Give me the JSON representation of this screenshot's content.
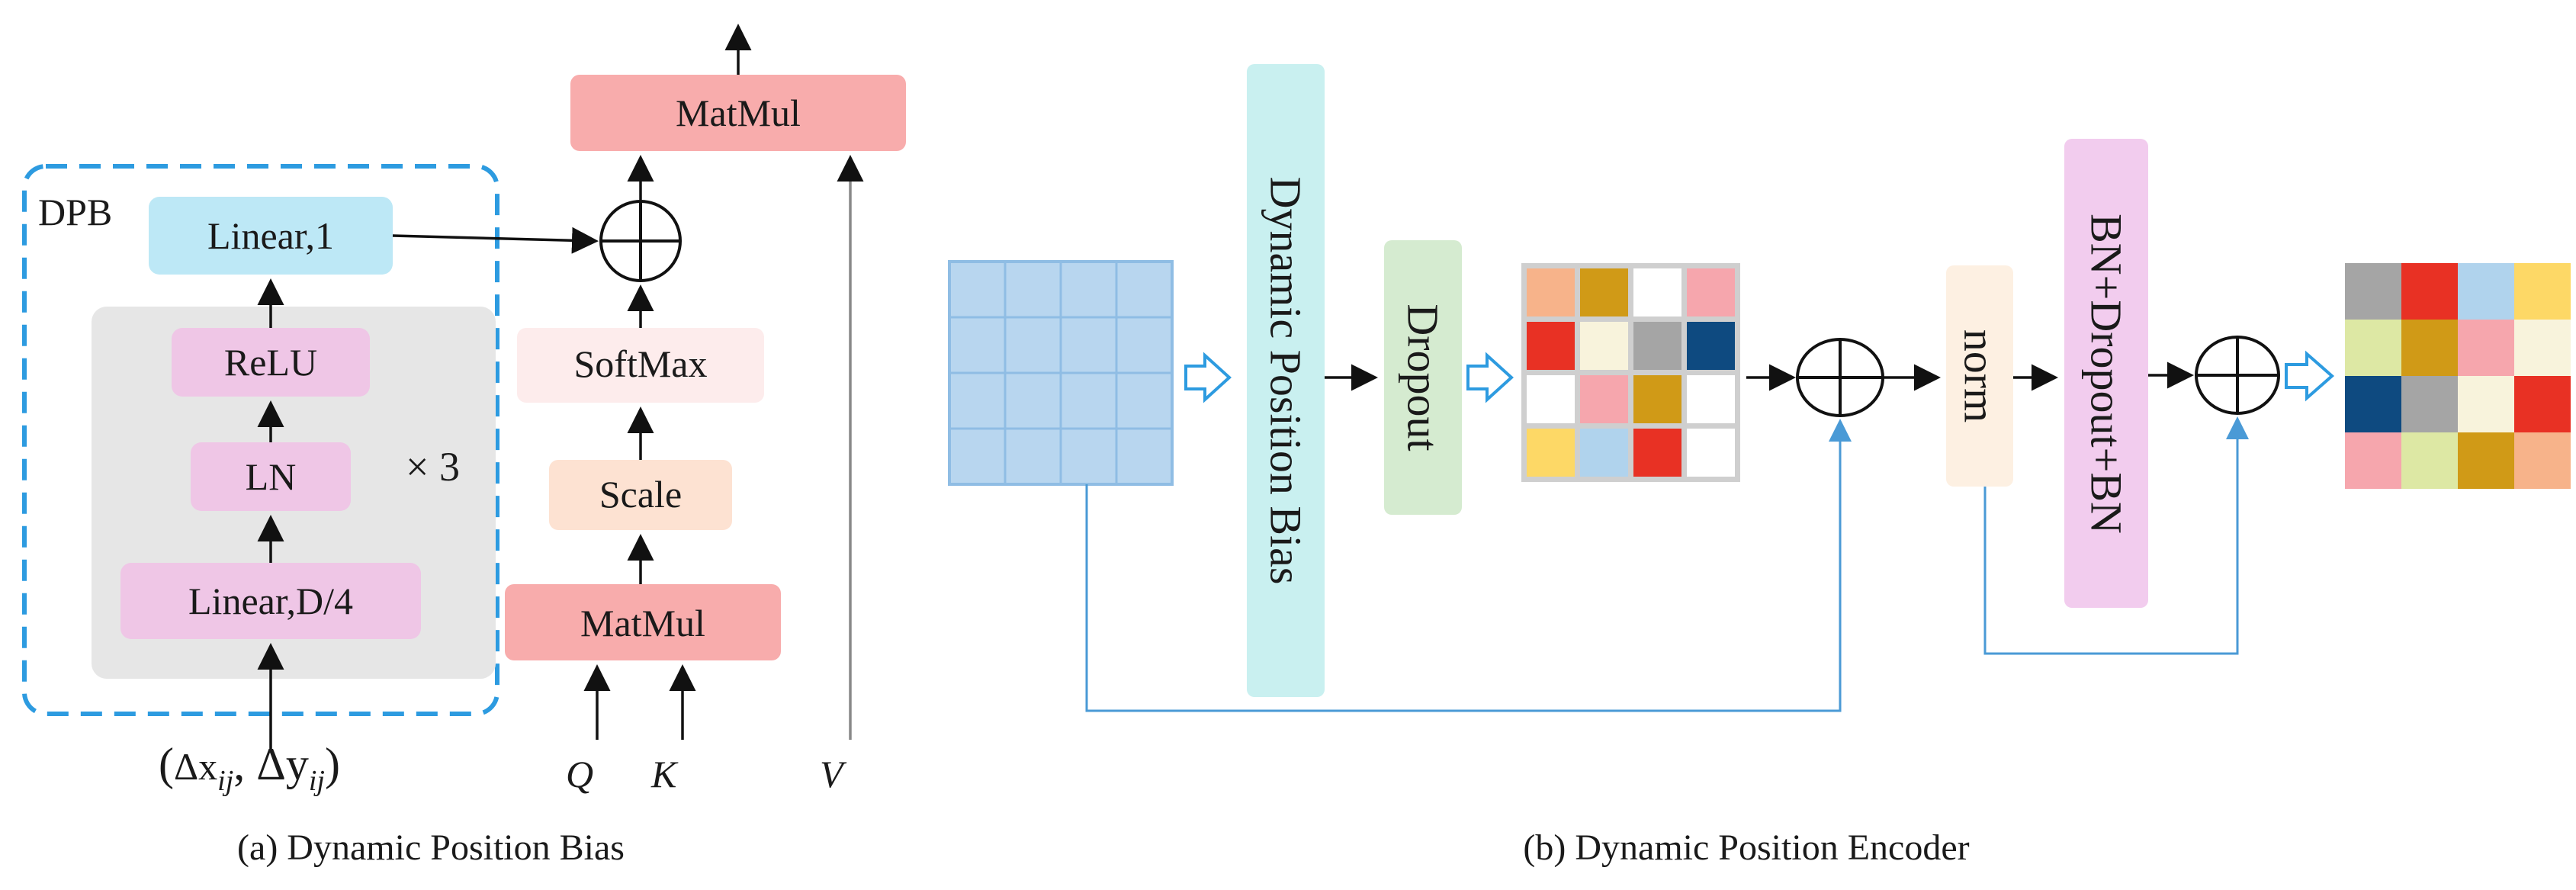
{
  "panel_a": {
    "dpb_label": "DPB",
    "linear1": "Linear,1",
    "relu": "ReLU",
    "ln": "LN",
    "linear_d4": "Linear,D/4",
    "repeat": "× 3",
    "matmul_top": "MatMul",
    "softmax": "SoftMax",
    "scale": "Scale",
    "matmul_bottom": "MatMul",
    "input_open": "(",
    "input_dx": "Δx",
    "input_ij1": "ij",
    "input_comma": ", Δy",
    "input_ij2": "ij",
    "input_close": ")",
    "q": "Q",
    "k": "K",
    "v": "V",
    "caption": "(a) Dynamic Position Bias"
  },
  "panel_b": {
    "dpb_block": "Dynamic Position Bias",
    "dropout": "Dropout",
    "norm": "norm",
    "bn_block": "BN+Dropout+BN",
    "caption": "(b) Dynamic Position Encoder",
    "matrix1_colors": [
      [
        "#f7b38a",
        "#d09a17",
        "#ffffff",
        "#f6a6ad"
      ],
      [
        "#e83124",
        "#f8f3dc",
        "#a5a5a5",
        "#0e4a80"
      ],
      [
        "#ffffff",
        "#f6a6ad",
        "#d09a17",
        "#ffffff"
      ],
      [
        "#fdd866",
        "#b0d3ed",
        "#e83124",
        "#ffffff"
      ]
    ],
    "matrix2_colors": [
      [
        "#a5a5a5",
        "#e83124",
        "#b0d3ed",
        "#fdd866"
      ],
      [
        "#dde8a4",
        "#d09a17",
        "#f6a6ad",
        "#f8f3dc"
      ],
      [
        "#0e4a80",
        "#a5a5a5",
        "#f8f3dc",
        "#e83124"
      ],
      [
        "#f6a6ad",
        "#dde8a4",
        "#d09a17",
        "#f7b38a"
      ]
    ]
  }
}
